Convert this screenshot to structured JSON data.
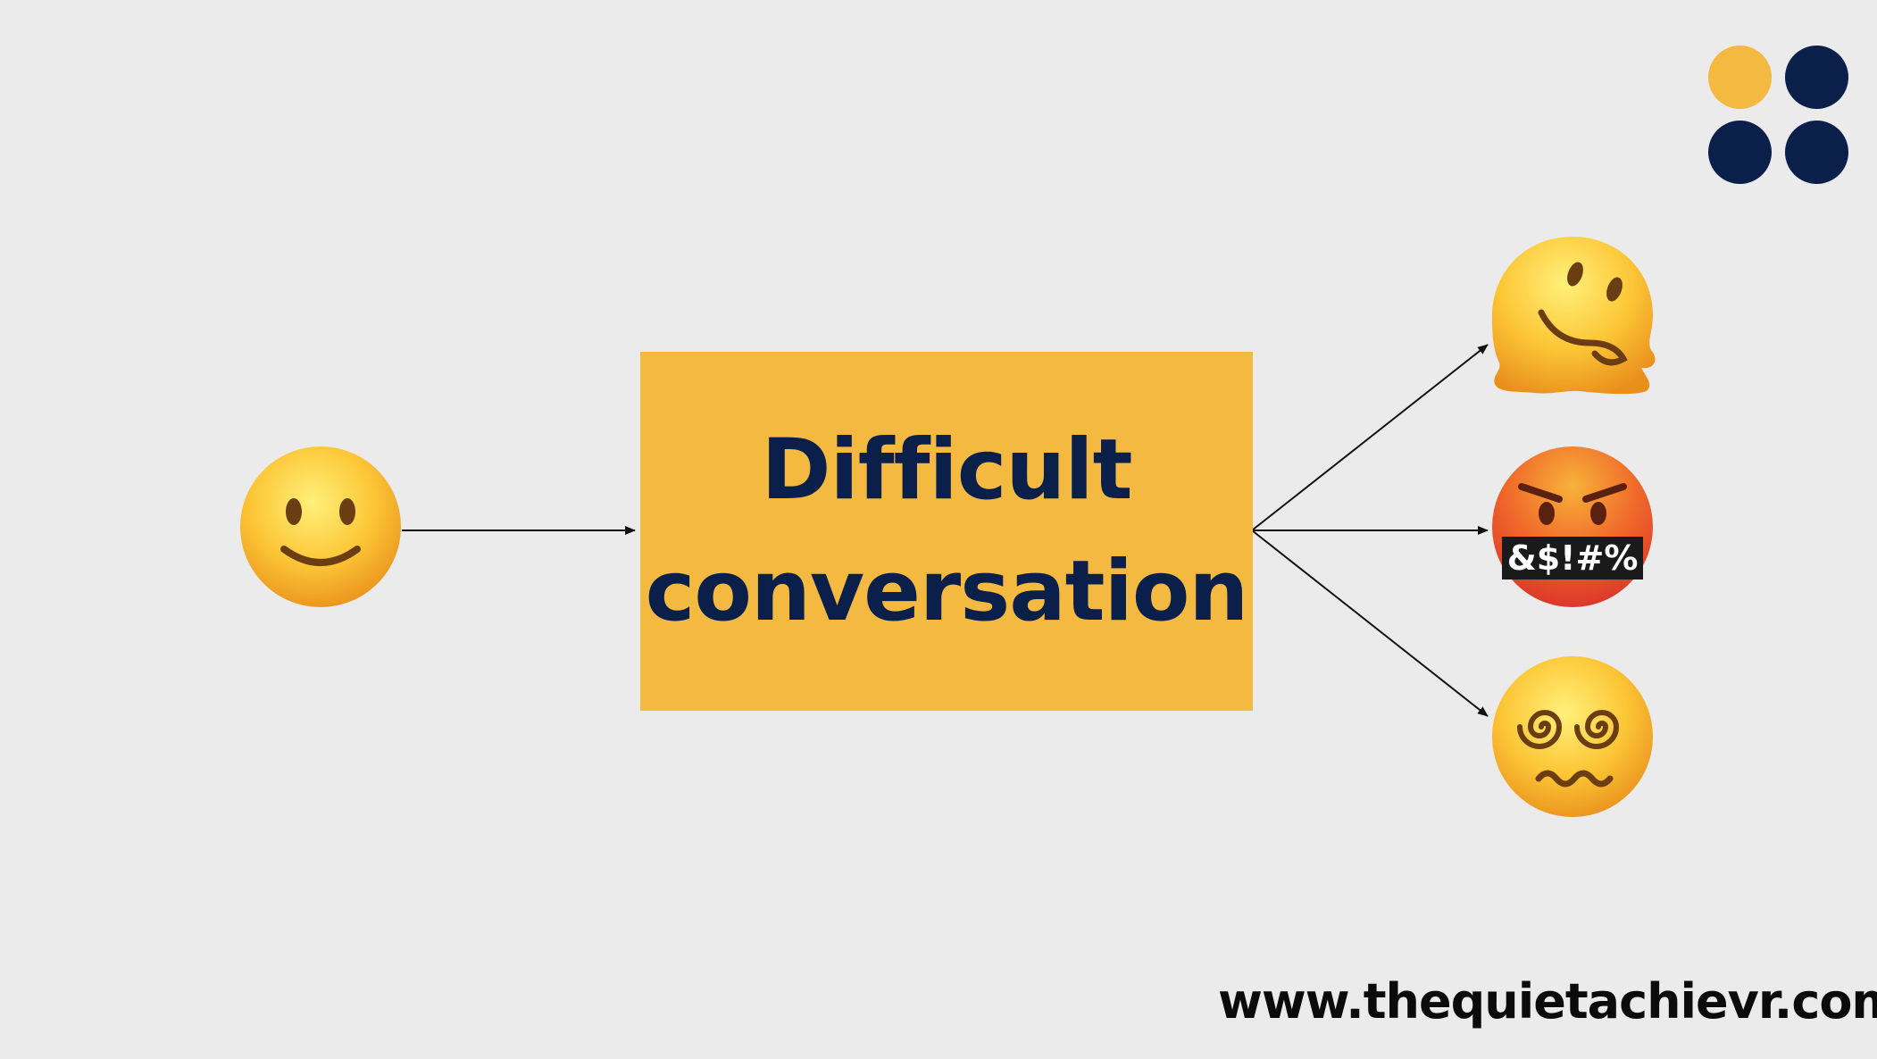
{
  "diagram": {
    "center_label_line1": "Difficult",
    "center_label_line2": "conversation",
    "start_node": "slightly-smiling-face",
    "outcomes": [
      "melting-face",
      "face-with-symbols-on-mouth",
      "face-with-spiral-eyes"
    ],
    "edges": [
      {
        "from": "slightly-smiling-face",
        "to": "Difficult conversation"
      },
      {
        "from": "Difficult conversation",
        "to": "melting-face"
      },
      {
        "from": "Difficult conversation",
        "to": "face-with-symbols-on-mouth"
      },
      {
        "from": "Difficult conversation",
        "to": "face-with-spiral-eyes"
      }
    ],
    "symbols_text": "&$!#%"
  },
  "footer": {
    "url": "www.thequietachievr.com"
  },
  "colors": {
    "background": "#ebebeb",
    "box": "#f3b941",
    "navy": "#0b1f4b",
    "gold": "#f3b941",
    "text": "#0b0b0b"
  }
}
